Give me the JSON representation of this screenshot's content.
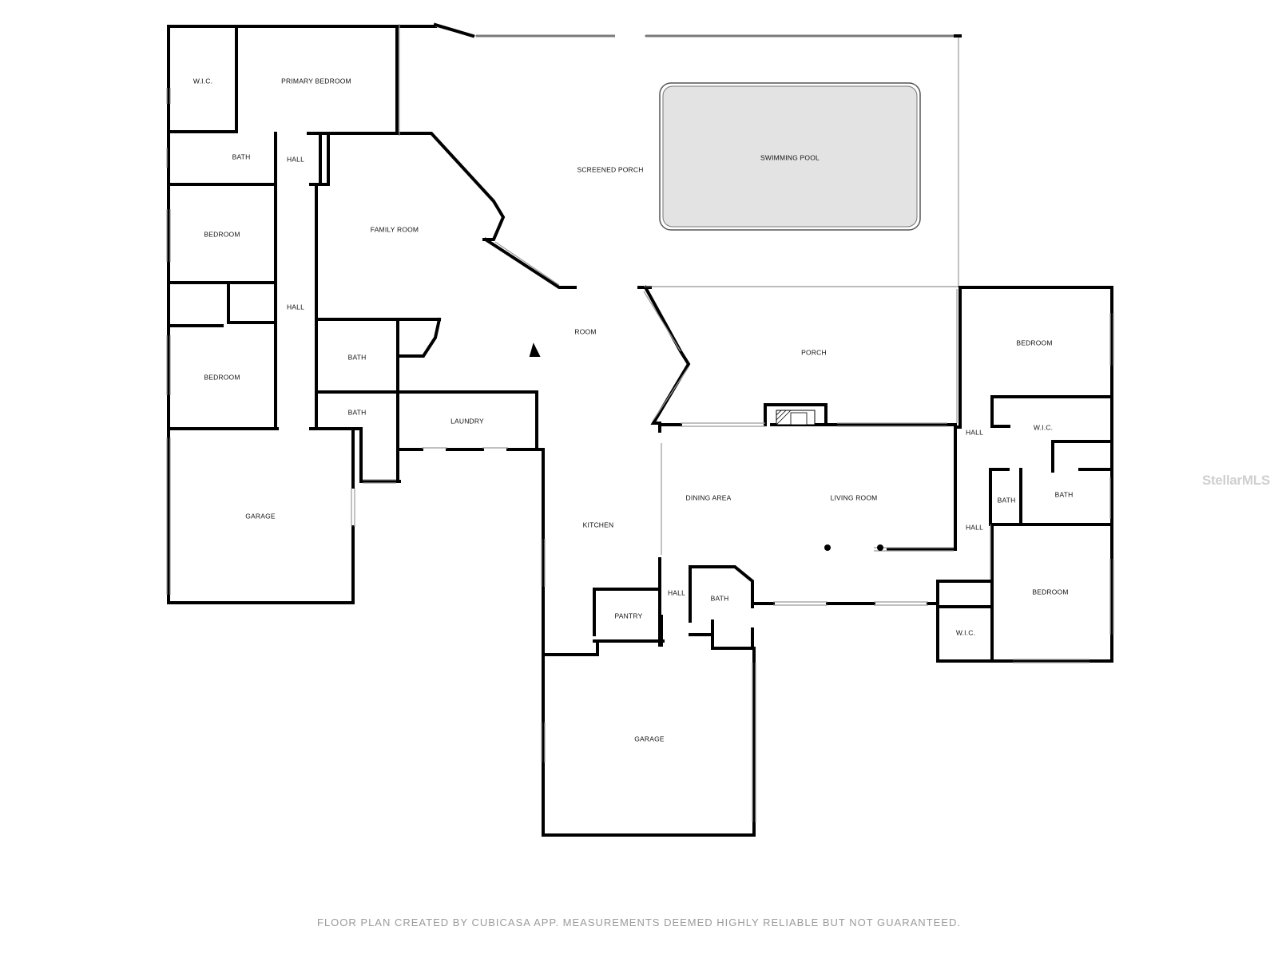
{
  "rooms": {
    "wic_1": "W.I.C.",
    "primary_bedroom": "PRIMARY BEDROOM",
    "bath_1": "BATH",
    "hall_1": "HALL",
    "screened_porch": "SCREENED PORCH",
    "swimming_pool": "SWIMMING POOL",
    "bedroom_1": "BEDROOM",
    "family_room": "FAMILY ROOM",
    "hall_2": "HALL",
    "bedroom_2": "BEDROOM",
    "bath_2": "BATH",
    "bath_3": "BATH",
    "room": "ROOM",
    "laundry": "LAUNDRY",
    "porch": "PORCH",
    "bedroom_3": "BEDROOM",
    "wic_2": "W.I.C.",
    "hall_3": "HALL",
    "garage_1": "GARAGE",
    "dining_area": "DINING AREA",
    "living_room": "LIVING ROOM",
    "bath_4": "BATH",
    "bath_5": "BATH",
    "hall_4": "HALL",
    "kitchen": "KITCHEN",
    "hall_5": "HALL",
    "bath_6": "BATH",
    "pantry": "PANTRY",
    "bedroom_4": "BEDROOM",
    "wic_3": "W.I.C.",
    "garage_2": "GARAGE"
  },
  "footer": "FLOOR PLAN CREATED BY CUBICASA APP. MEASUREMENTS DEEMED HIGHLY RELIABLE BUT NOT GUARANTEED.",
  "watermark": "StellarMLS"
}
